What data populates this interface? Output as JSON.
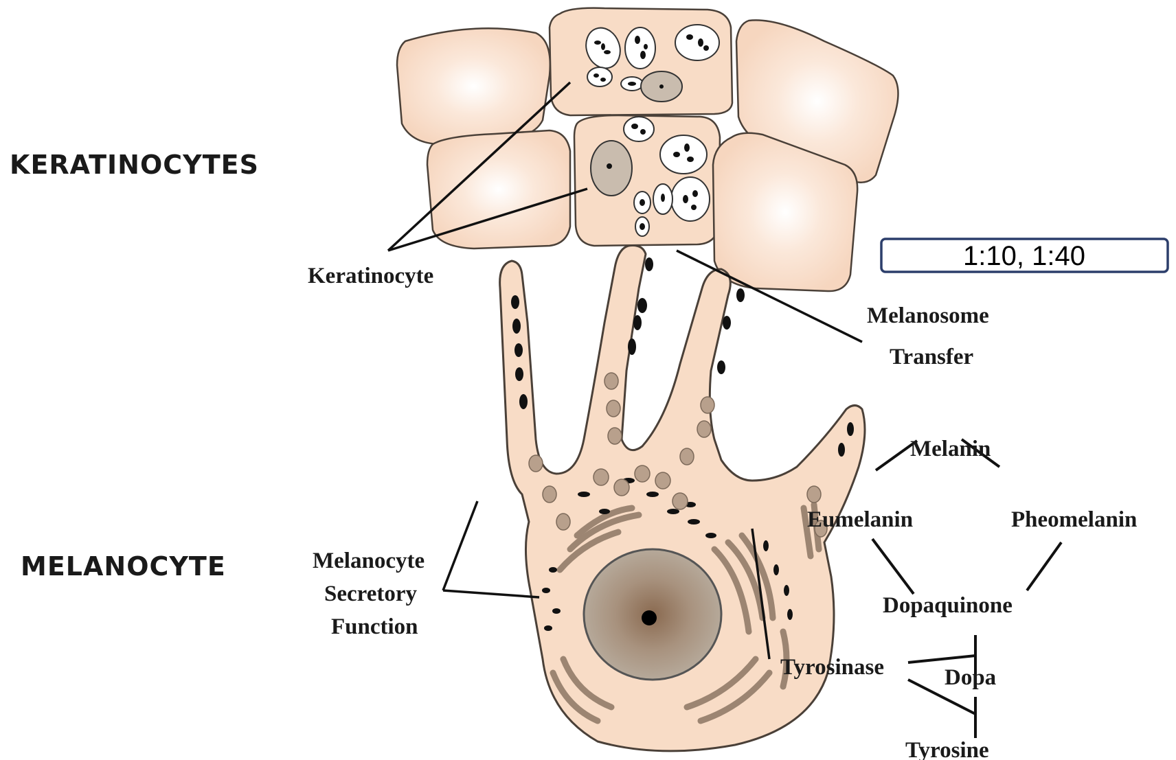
{
  "headings": {
    "keratinocytes": "KERATINOCYTES",
    "melanocyte": "MELANOCYTE"
  },
  "labels": {
    "keratinocyte": "Keratinocyte",
    "melanosome_transfer_1": "Melanosome",
    "melanosome_transfer_2": "Transfer",
    "secretory_1": "Melanocyte",
    "secretory_2": "Secretory",
    "secretory_3": "Function"
  },
  "pathway": {
    "melanin": "Melanin",
    "eumelanin": "Eumelanin",
    "pheomelanin": "Pheomelanin",
    "dopaquinone": "Dopaquinone",
    "tyrosinase": "Tyrosinase",
    "dopa": "Dopa",
    "tyrosine": "Tyrosine"
  },
  "ratio_box": {
    "text": "1:10, 1:40",
    "border_color": "#2c3e6b"
  },
  "colors": {
    "cell_fill": "#f8dcc6",
    "melanosome_dark": "#111111",
    "melanosome_light": "#b8a08c",
    "nucleus": "#a8998a"
  }
}
